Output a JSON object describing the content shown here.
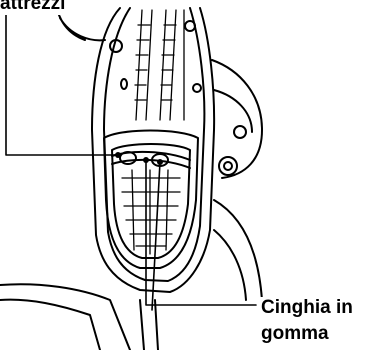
{
  "callouts": {
    "tool_bag": "attrezzi",
    "rubber_strap_line1": "Cinghia in",
    "rubber_strap_line2": "gomma"
  }
}
